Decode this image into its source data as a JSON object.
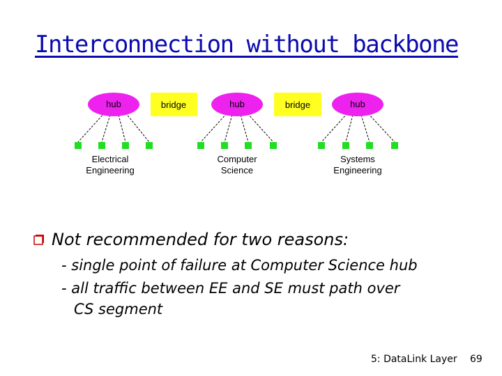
{
  "slide": {
    "title": "Interconnection without backbone",
    "bullet": "Not recommended for two reasons:",
    "sub_items": [
      "- single point of failure at Computer Science hub",
      "- all traffic between EE and SE must path over",
      "CS segment"
    ],
    "footer": "5: DataLink Layer",
    "page_number": "69"
  },
  "diagram": {
    "hubs": [
      "hub",
      "hub",
      "hub"
    ],
    "bridges": [
      "bridge",
      "bridge"
    ],
    "segments": [
      {
        "line1": "Electrical",
        "line2": "Engineering"
      },
      {
        "line1": "Computer",
        "line2": "Science"
      },
      {
        "line1": "Systems",
        "line2": "Engineering"
      }
    ],
    "colors": {
      "hub_fill": "#ee22ee",
      "bridge_fill": "#ffff22",
      "host_fill": "#22dd22",
      "title_color": "#0b0bb0",
      "bullet_color": "#cc0000"
    }
  }
}
